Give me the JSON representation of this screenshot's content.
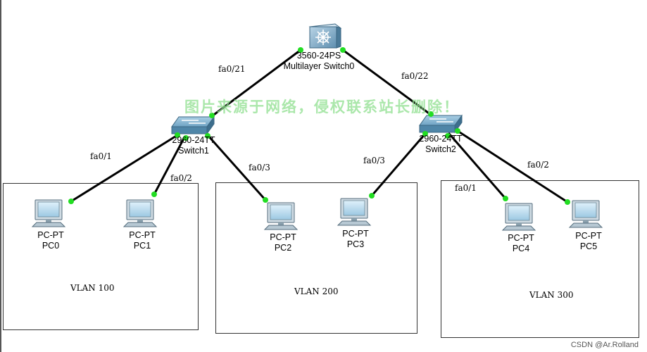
{
  "devices": {
    "multilayer": {
      "model": "3560-24PS",
      "name": "Multilayer Switch0"
    },
    "switch1": {
      "model": "2960-24TT",
      "name": "Switch1"
    },
    "switch2": {
      "model": "2960-24TT",
      "name": "Switch2"
    },
    "pc0": {
      "model": "PC-PT",
      "name": "PC0"
    },
    "pc1": {
      "model": "PC-PT",
      "name": "PC1"
    },
    "pc2": {
      "model": "PC-PT",
      "name": "PC2"
    },
    "pc3": {
      "model": "PC-PT",
      "name": "PC3"
    },
    "pc4": {
      "model": "PC-PT",
      "name": "PC4"
    },
    "pc5": {
      "model": "PC-PT",
      "name": "PC5"
    }
  },
  "ports": {
    "ml_sw1": "fa0/21",
    "ml_sw2": "fa0/22",
    "sw1_pc0": "fa0/1",
    "sw1_pc1": "fa0/2",
    "sw1_pc2": "fa0/3",
    "sw2_pc3": "fa0/3",
    "sw2_pc4": "fa0/1",
    "sw2_pc5": "fa0/2"
  },
  "vlans": {
    "v100": "VLAN 100",
    "v200": "VLAN 200",
    "v300": "VLAN 300"
  },
  "watermark": "图片来源于网络，侵权联系站长删除！",
  "credit": "CSDN @Ar.Rolland",
  "colors": {
    "link": "#000000",
    "port_dot": "#22dd22",
    "switch_body": "#6fa3c4",
    "watermark": "#8fe08f"
  }
}
